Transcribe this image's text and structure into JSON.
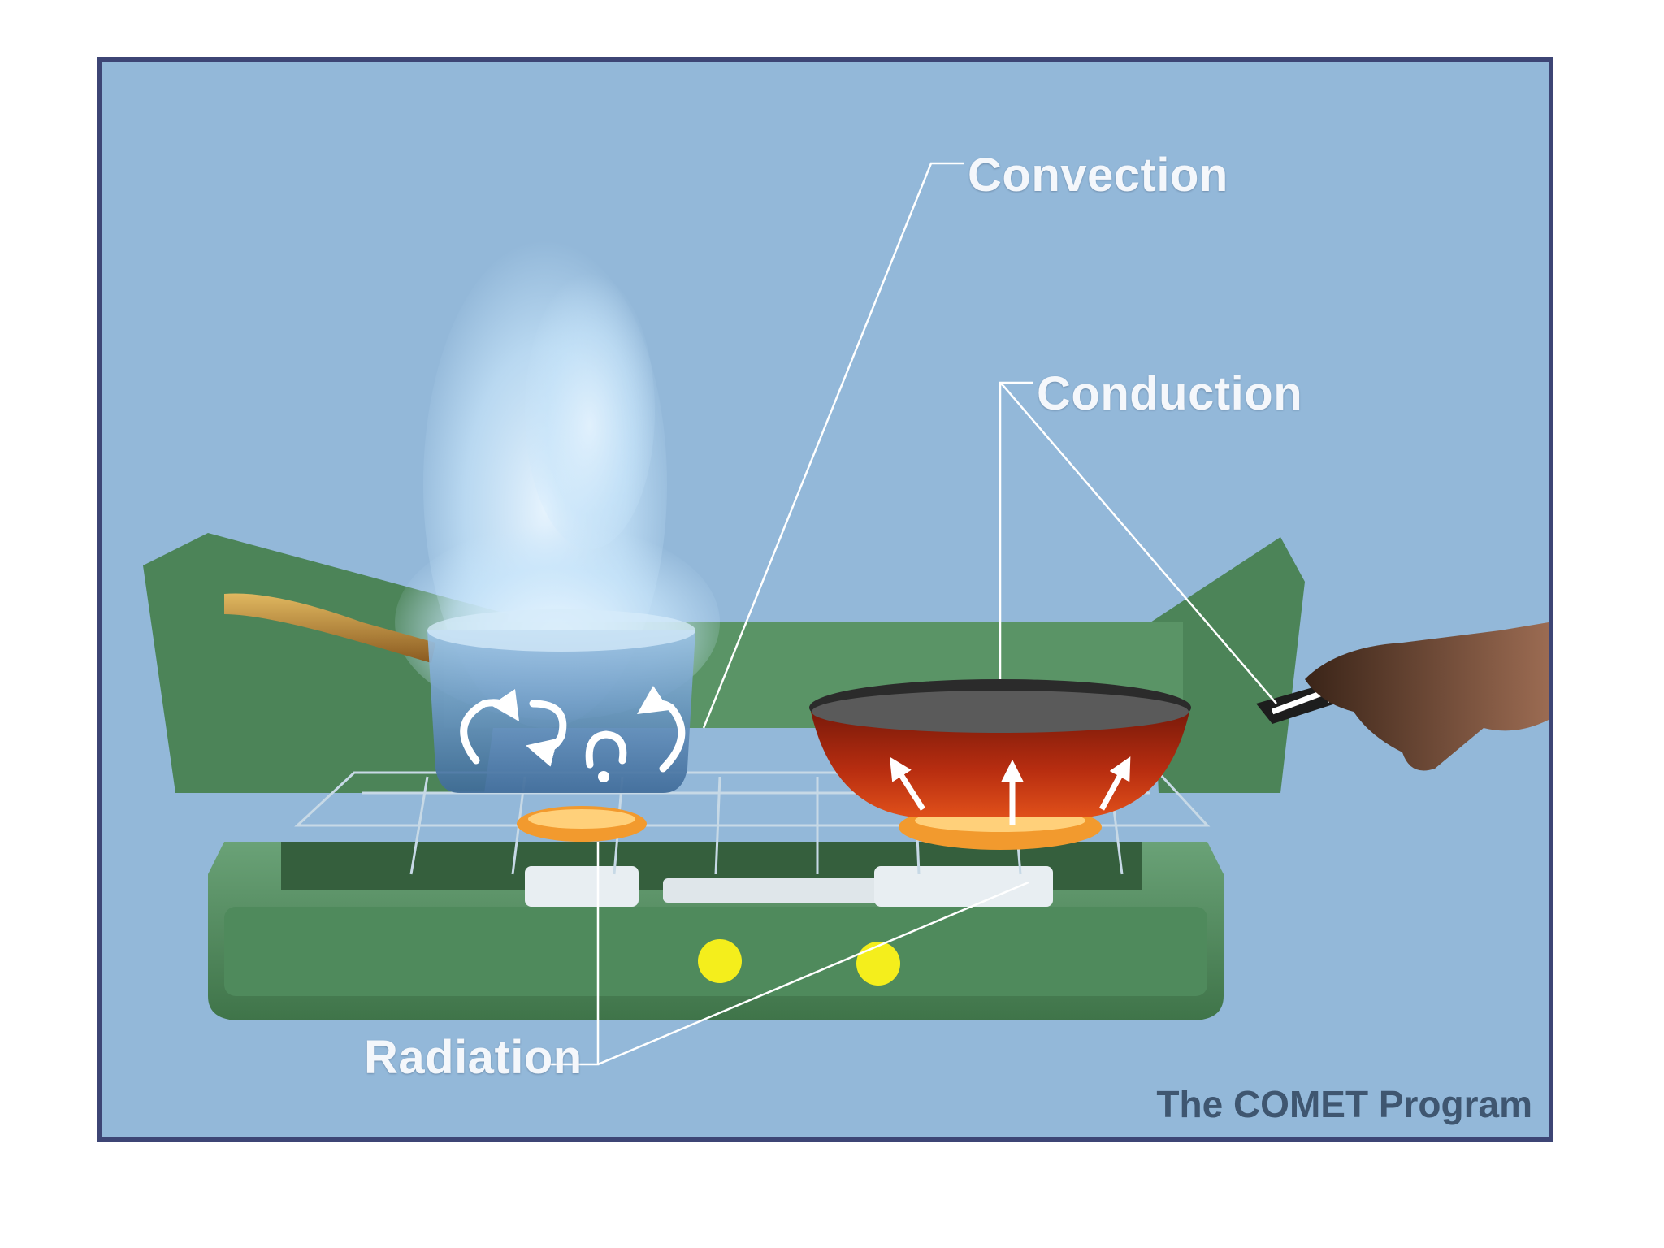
{
  "labels": {
    "convection": "Convection",
    "conduction": "Conduction",
    "radiation": "Radiation"
  },
  "credit": "The COMET Program",
  "colors": {
    "background": "#93b8d9",
    "frame_border": "#3d4575",
    "stove_green": "#4f8a5c",
    "pan_red": "#b72d10",
    "flame_orange": "#f29a2e",
    "knob_yellow": "#f4ee1c",
    "label_text": "#f4f7fb",
    "credit_text": "#3f5670"
  },
  "icons": [
    "camp-stove-icon",
    "water-pot-icon",
    "frying-pan-icon",
    "hand-icon",
    "burner-flame-icon",
    "steam-icon",
    "stove-knob-icon"
  ]
}
